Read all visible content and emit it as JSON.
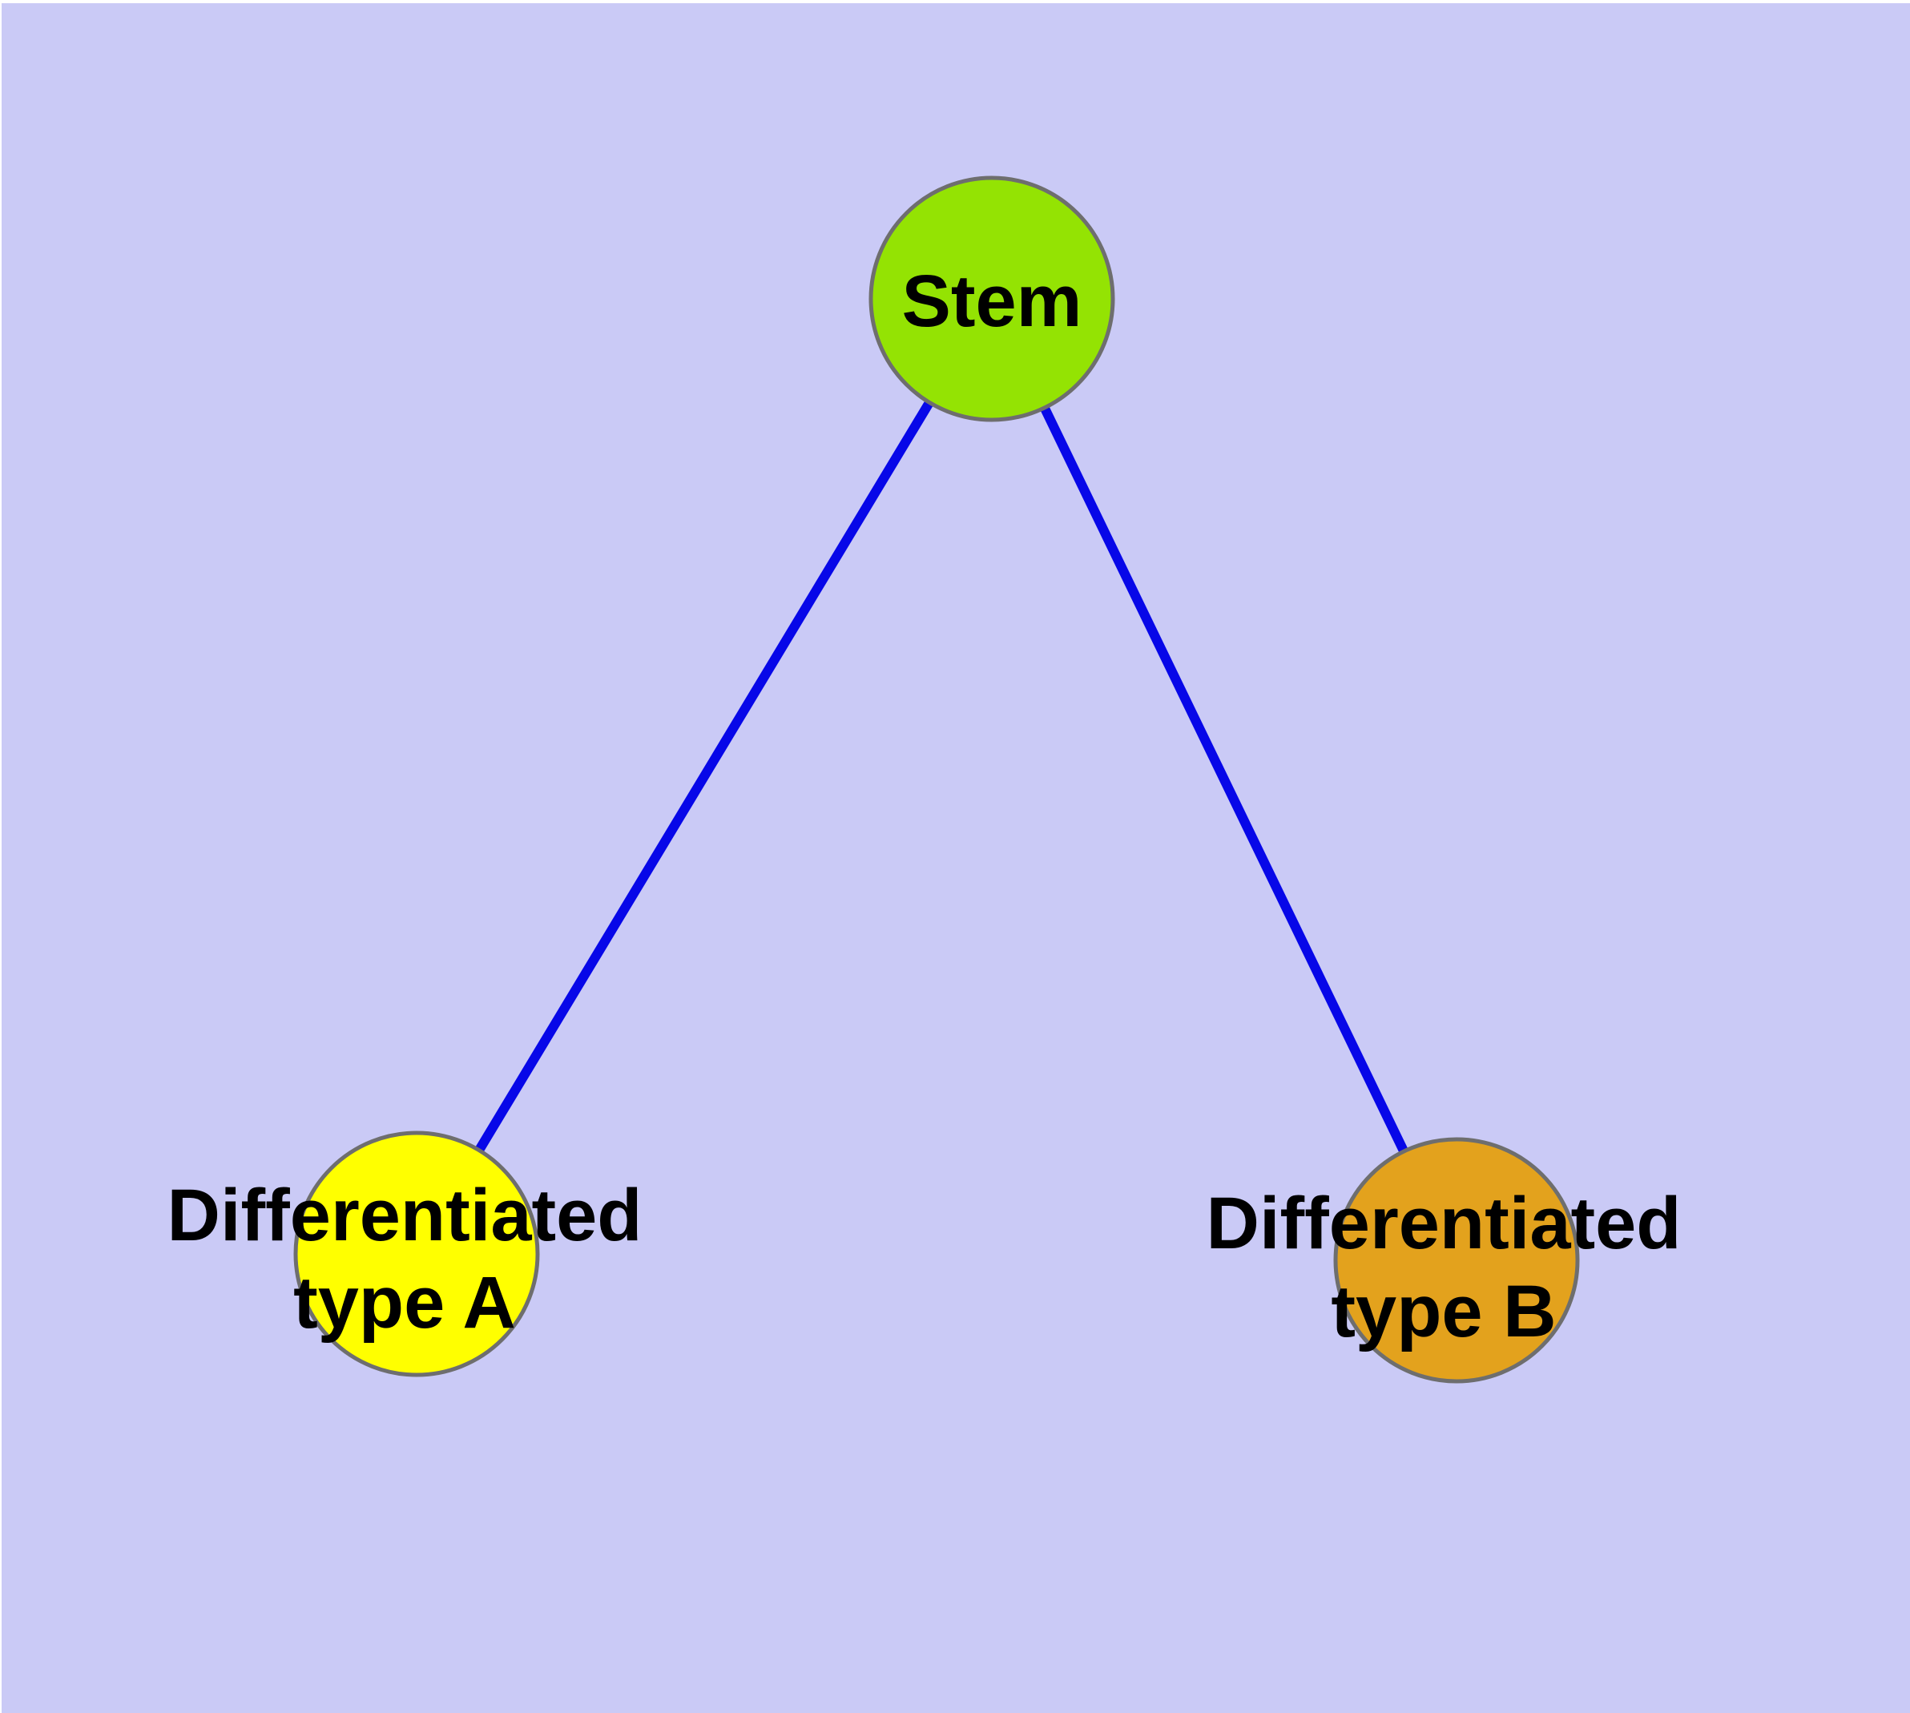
{
  "colors": {
    "background": "#cacaf6",
    "page_margin": "#ffffff",
    "edge": "#0707e8",
    "node_border": "#6e6e6e",
    "label_text": "#000000",
    "stem_fill": "#94e303",
    "type_a_fill": "#ffff00",
    "type_b_fill": "#e3a21d"
  },
  "graph": {
    "nodes": [
      {
        "id": "stem",
        "label": "Stem",
        "label_line1": "Stem",
        "label_line2": "",
        "fill": "#94e303"
      },
      {
        "id": "type-a",
        "label": "Differentiated type A",
        "label_line1": "Differentiated",
        "label_line2": "type A",
        "fill": "#ffff00"
      },
      {
        "id": "type-b",
        "label": "Differentiated type B",
        "label_line1": "Differentiated",
        "label_line2": "type B",
        "fill": "#e3a21d"
      }
    ],
    "edges": [
      {
        "from": "stem",
        "to": "type-a"
      },
      {
        "from": "stem",
        "to": "type-b"
      }
    ]
  }
}
